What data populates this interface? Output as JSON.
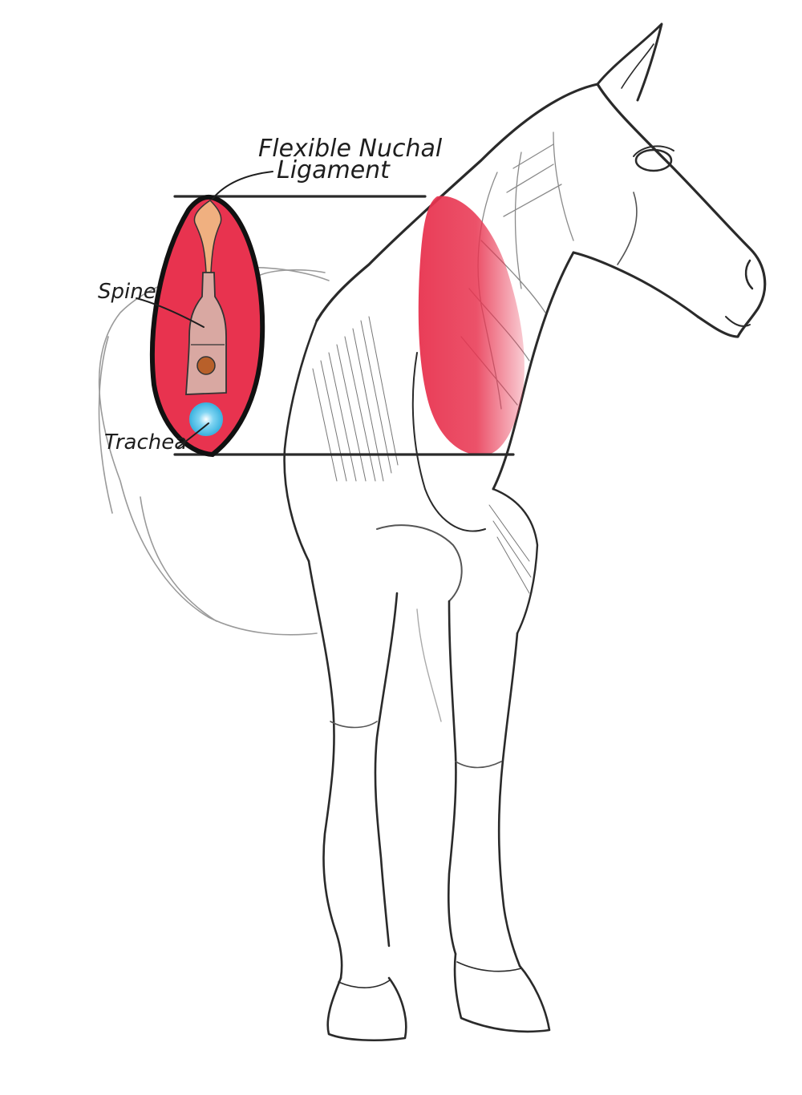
{
  "labels": {
    "nuchal_line1": "Flexible Nuchal",
    "nuchal_line2": "Ligament",
    "spine": "Spine",
    "trachea": "Trachea"
  },
  "colors": {
    "muscle": "#e8334f",
    "ligament": "#f0b080",
    "spine": "#d9a8a2",
    "spinal_cord": "#b8602a",
    "trachea": "#4fc0e8",
    "pencil": "#2a2a2a"
  }
}
